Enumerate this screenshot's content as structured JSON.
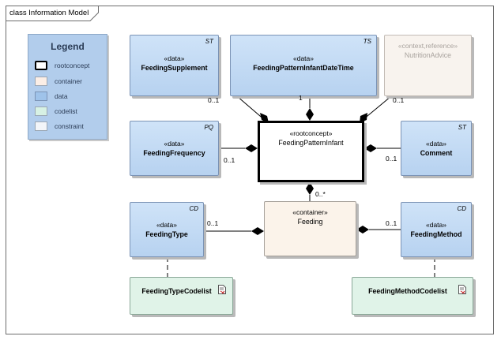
{
  "diagram": {
    "frame_title": "class Information Model"
  },
  "legend": {
    "title": "Legend",
    "items": [
      {
        "label": "rootconcept",
        "color": "#ffffff",
        "border": "#000000"
      },
      {
        "label": "container",
        "color": "#fbeee6",
        "border": "#a9a29c"
      },
      {
        "label": "data",
        "color": "#b7d2f0",
        "border": "#7b93b5"
      },
      {
        "label": "codelist",
        "color": "#d7f1e4",
        "border": "#8aa897"
      },
      {
        "label": "constraint",
        "color": "#f2f5f9",
        "border": "#a0a8b3"
      }
    ]
  },
  "classes": {
    "feeding_supplement": {
      "stereotype": "«data»",
      "name": "FeedingSupplement",
      "tag": "ST"
    },
    "feeding_pattern_infant_date_time": {
      "stereotype": "«data»",
      "name": "FeedingPatternInfantDateTime",
      "tag": "TS"
    },
    "nutrition_advice": {
      "stereotype": "«context,reference»",
      "name": "NutritionAdvice"
    },
    "feeding_frequency": {
      "stereotype": "«data»",
      "name": "FeedingFrequency",
      "tag": "PQ"
    },
    "feeding_pattern_infant": {
      "stereotype": "«rootconcept»",
      "name": "FeedingPatternInfant"
    },
    "comment": {
      "stereotype": "«data»",
      "name": "Comment",
      "tag": "ST"
    },
    "feeding_type": {
      "stereotype": "«data»",
      "name": "FeedingType",
      "tag": "CD"
    },
    "feeding": {
      "stereotype": "«container»",
      "name": "Feeding"
    },
    "feeding_method": {
      "stereotype": "«data»",
      "name": "FeedingMethod",
      "tag": "CD"
    },
    "feeding_type_codelist": {
      "name": "FeedingTypeCodelist"
    },
    "feeding_method_codelist": {
      "name": "FeedingMethodCodelist"
    }
  },
  "multiplicities": {
    "supplement": "0..1",
    "date_time": "1",
    "nutrition_advice": "0..1",
    "frequency": "0..1",
    "comment": "0..1",
    "feeding": "0..*",
    "feeding_type": "0..1",
    "feeding_method": "0..1"
  },
  "colors": {
    "data": "#b7d2f0",
    "container": "#fbf3ea",
    "codelist": "#e0f3e8",
    "rootconcept": "#ffffff",
    "line": "#000000"
  }
}
